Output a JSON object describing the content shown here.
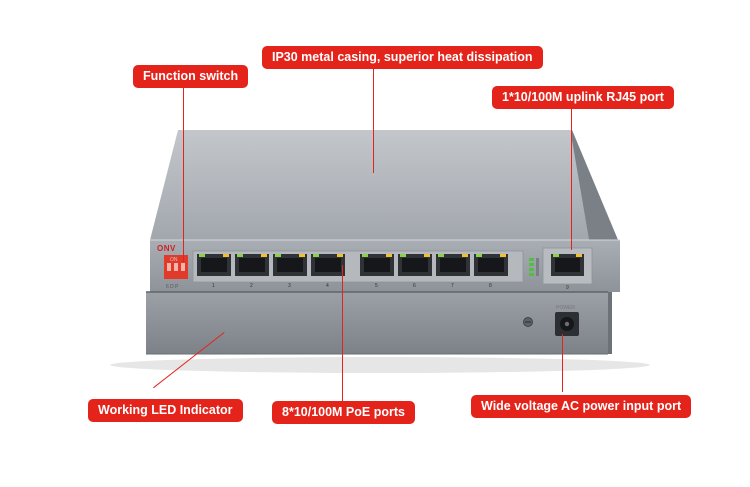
{
  "product": {
    "brand": "ONV",
    "power_marking": "POWER",
    "dip_switch_marking": "ON",
    "dip_switch_positions": "6 D P"
  },
  "ports": {
    "poe_numbers": [
      "1",
      "2",
      "3",
      "4",
      "5",
      "6",
      "7",
      "8"
    ],
    "uplink_number": "9"
  },
  "callouts": {
    "top_casing": "IP30 metal casing, superior heat dissipation",
    "function_switch": "Function switch",
    "uplink": "1*10/100M uplink RJ45 port",
    "led": "Working LED Indicator",
    "poe_ports": "8*10/100M PoE ports",
    "power_input": "Wide voltage AC power input port"
  },
  "colors": {
    "callout_red": "#e4231b",
    "casing_gray": "#9aa0a7"
  }
}
